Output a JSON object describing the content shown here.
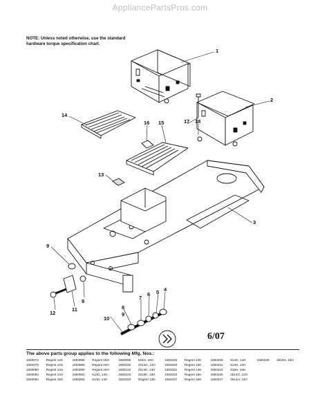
{
  "watermark": "AppliancePartsPros.com",
  "note": "NOTE: Unless noted otherwise, use the standard hardware torque specification chart.",
  "callouts": {
    "c1": "1",
    "c2": "2",
    "c3": "3",
    "c4": "4",
    "c5": "5",
    "c6": "6",
    "c7": "7",
    "c8": "8",
    "c9a": "9",
    "c9b": "9",
    "c9c": "9",
    "c10": "10",
    "c11": "11",
    "c12": "12",
    "c13": "13",
    "c14": "14",
    "c15": "15",
    "c16": "16",
    "c17": "17",
    "c18": "18"
  },
  "date_code": "6/07",
  "applies_text": "The above parts group applies to the following Mfg. Nos.:",
  "mfg_rows": [
    [
      "1693074",
      "Regent 14S",
      "1693086",
      "Regent 18G",
      "1693098",
      "516H, 16H",
      "1693325",
      "Regent 14H",
      "1693339",
      "514G, 14G",
      "1693349",
      "2516H, 16H"
    ],
    [
      "1692076",
      "Regent 14G",
      "1693088",
      "Regent 16H",
      "1693100",
      "2514G, 14G",
      "1693329",
      "Regent 16H",
      "1693341",
      "514H, 14H",
      "",
      ""
    ],
    [
      "1693080",
      "Regent 14H",
      "1693090",
      "Regent 16H",
      "1693102",
      "2514H, 14H",
      "1693331",
      "Regent 14H",
      "1693343",
      "516H, 16H",
      "",
      ""
    ],
    [
      "1693082",
      "Regent 14H",
      "1693092",
      "514G, 14G",
      "1693104",
      "2516H, 16H",
      "1693333",
      "Regent 16H",
      "1693345",
      "2514G, 14G",
      "",
      ""
    ],
    [
      "1693084",
      "Regent 16G",
      "1693094",
      "514H, 14H",
      "1693323",
      "Regent 14G",
      "1693337",
      "Regent 16H",
      "1693347",
      "2514H, 14H",
      "",
      ""
    ]
  ]
}
